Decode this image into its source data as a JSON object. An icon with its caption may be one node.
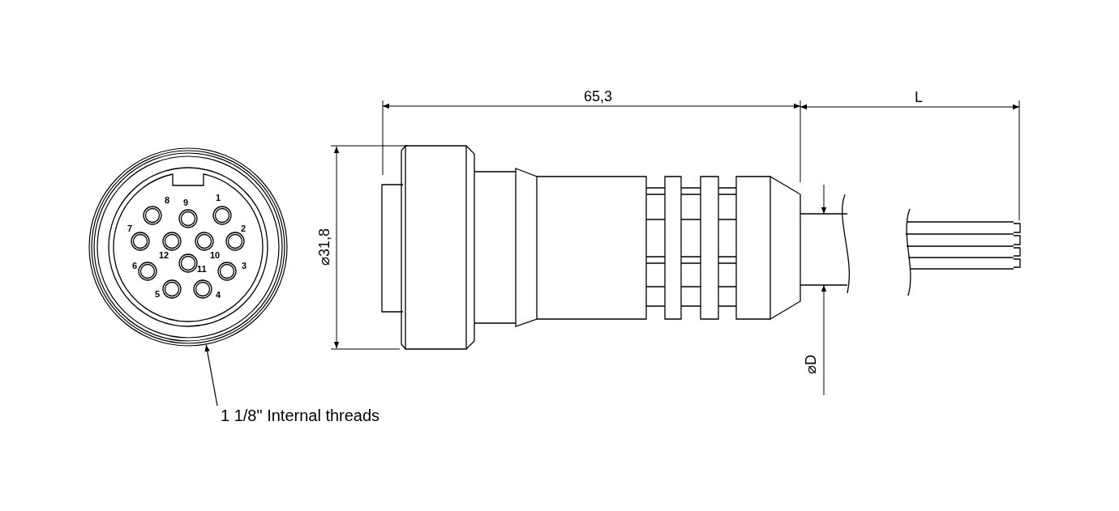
{
  "diagram": {
    "nodes": [
      {
        "text": [
          "1 1/8\" Internal threads"
        ]
      },
      {
        "text": [],
        "shape": "circle"
      }
    ],
    "edges": [
      {
        "from": 0,
        "to": 1,
        "arrow": "to"
      }
    ],
    "labels": [
      "8",
      "9",
      "1",
      "7",
      "2",
      "12",
      "10",
      "11",
      "6",
      "3",
      "5",
      "4",
      "65,3",
      "L",
      "⌀31,8",
      "⌀D"
    ]
  }
}
